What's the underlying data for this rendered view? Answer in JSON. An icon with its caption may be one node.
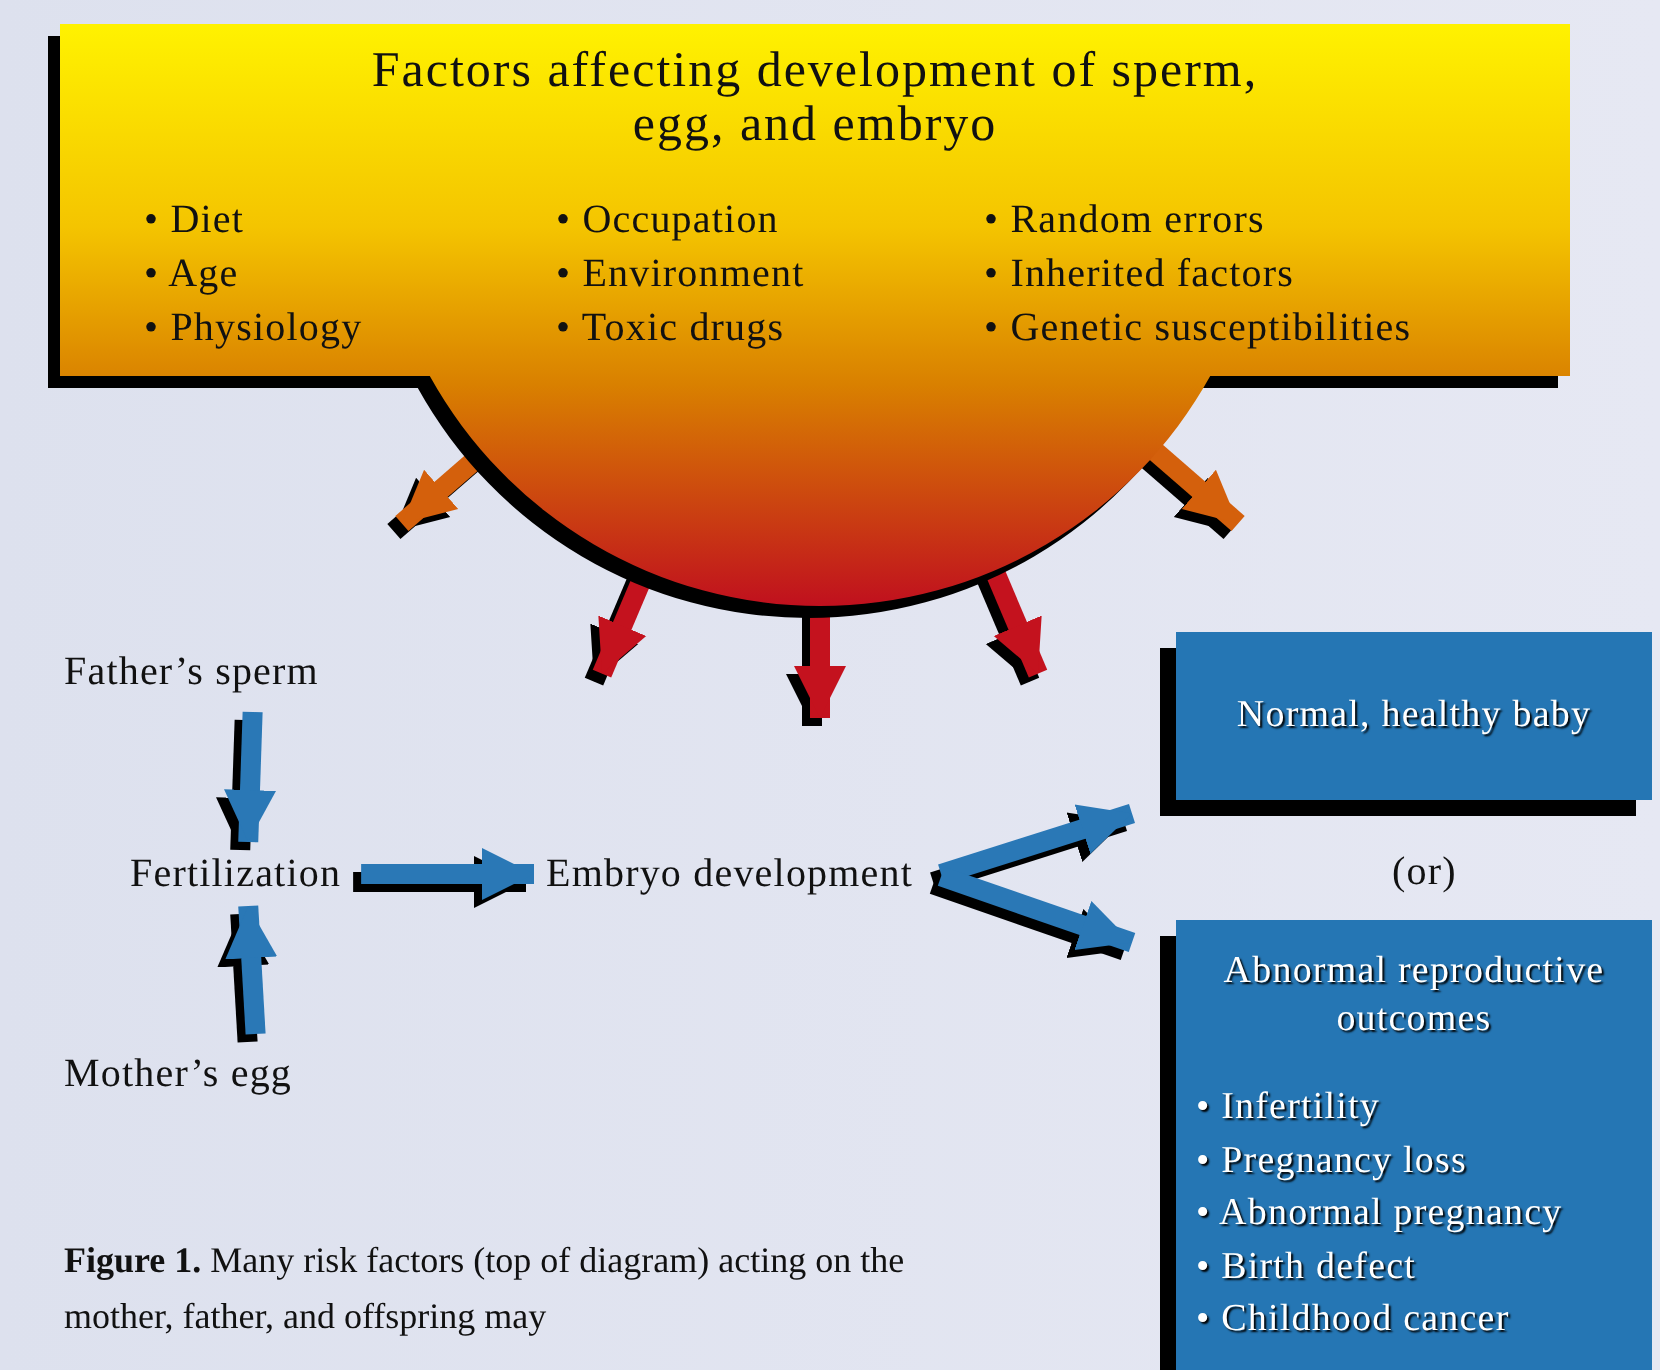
{
  "diagram": {
    "caption": "**Figure 1.** Many risk factors (top of diagram) acting on the mother, father, and offspring may",
    "nodes": [
      {
        "text": [
          "Factors affecting development of sperm, egg, and embryo",
          "• Diet",
          "• Age",
          "• Physiology",
          "• Occupation",
          "• Environment",
          "• Toxic drugs",
          "• Random errors",
          "• Inherited factors",
          "• Genetic susceptibilities"
        ]
      },
      {
        "text": [
          "Father’s sperm"
        ]
      },
      {
        "text": [
          "Fertilization"
        ]
      },
      {
        "text": [
          "Mother’s egg"
        ]
      },
      {
        "text": [
          "Embryo development"
        ]
      },
      {
        "text": [
          "Normal, healthy baby"
        ]
      },
      {
        "text": [
          "Abnormal reproductive outcomes",
          "• Infertility",
          "• Pregnancy loss",
          "• Abnormal pregnancy",
          "• Birth defect",
          "• Childhood cancer"
        ]
      }
    ],
    "edges": [
      {
        "from": 0,
        "to": null,
        "arrow": "to",
        "color": "#d4600c"
      },
      {
        "from": 0,
        "to": null,
        "arrow": "to",
        "color": "#c4121e"
      },
      {
        "from": 0,
        "to": null,
        "arrow": "to",
        "color": "#c4121e"
      },
      {
        "from": 0,
        "to": null,
        "arrow": "to",
        "color": "#c4121e"
      },
      {
        "from": 0,
        "to": null,
        "arrow": "to",
        "color": "#d4600c"
      },
      {
        "from": 1,
        "to": 2,
        "arrow": "to",
        "color": "#2a78b6"
      },
      {
        "from": 3,
        "to": 2,
        "arrow": "to",
        "color": "#2a78b6"
      },
      {
        "from": 2,
        "to": 4,
        "arrow": "to",
        "color": "#2a78b6"
      },
      {
        "from": 4,
        "to": 5,
        "arrow": "to",
        "color": "#2a78b6"
      },
      {
        "from": 4,
        "to": 6,
        "arrow": "to",
        "color": "#2a78b6"
      }
    ],
    "labels": [
      "(or)"
    ]
  }
}
